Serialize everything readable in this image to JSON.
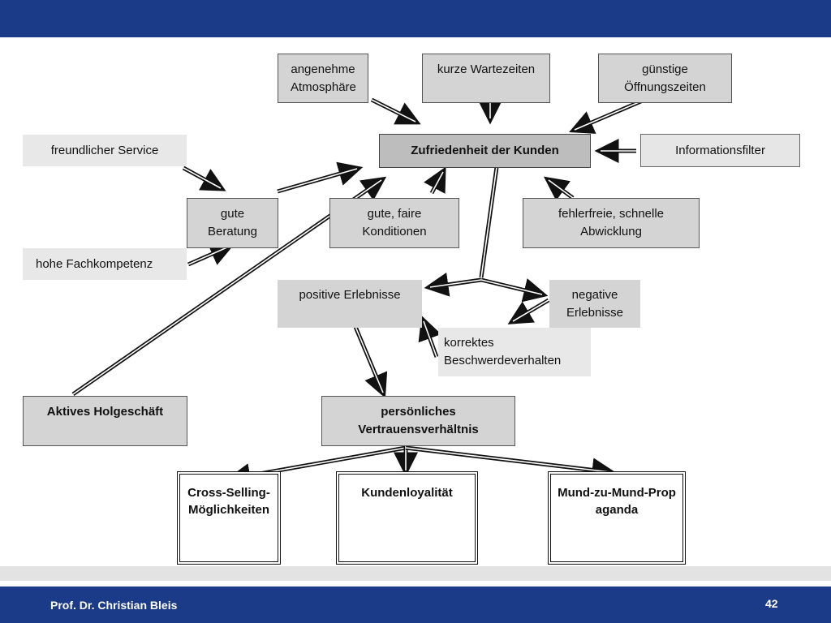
{
  "slide": {
    "footer_author": "Prof. Dr. Christian Bleis",
    "page_number": "42"
  },
  "diagram": {
    "nodes": {
      "angenehme_atmosphaere": "angenehme Atmosphäre",
      "kurze_wartezeiten": "kurze Wartezeiten",
      "guenstige_oeffnungszeiten": "günstige Öffnungszeiten",
      "freundlicher_service": "freundlicher Service",
      "zufriedenheit": "Zufriedenheit der Kunden",
      "informationsfilter": "Informationsfilter",
      "gute_beratung": "gute Beratung",
      "gute_konditionen": "gute, faire Konditionen",
      "fehlerfreie_abwicklung": "fehlerfreie, schnelle Abwicklung",
      "hohe_fachkompetenz": "hohe Fachkompetenz",
      "positive_erlebnisse": "positive Erlebnisse",
      "negative_erlebnisse": "negative Erlebnisse",
      "korrektes_beschwerdeverhalten": "korrektes Beschwerdeverhalten",
      "aktives_holgeschaeft": "Aktives Holgeschäft",
      "vertrauensverhaeltnis": "persönliches Vertrauensverhältnis",
      "cross_selling": "Cross-Selling-Möglichkeiten",
      "kundenloyalitaet": "Kundenloyalität",
      "mund_zu_mund": "Mund-zu-Mund-Propaganda"
    }
  }
}
